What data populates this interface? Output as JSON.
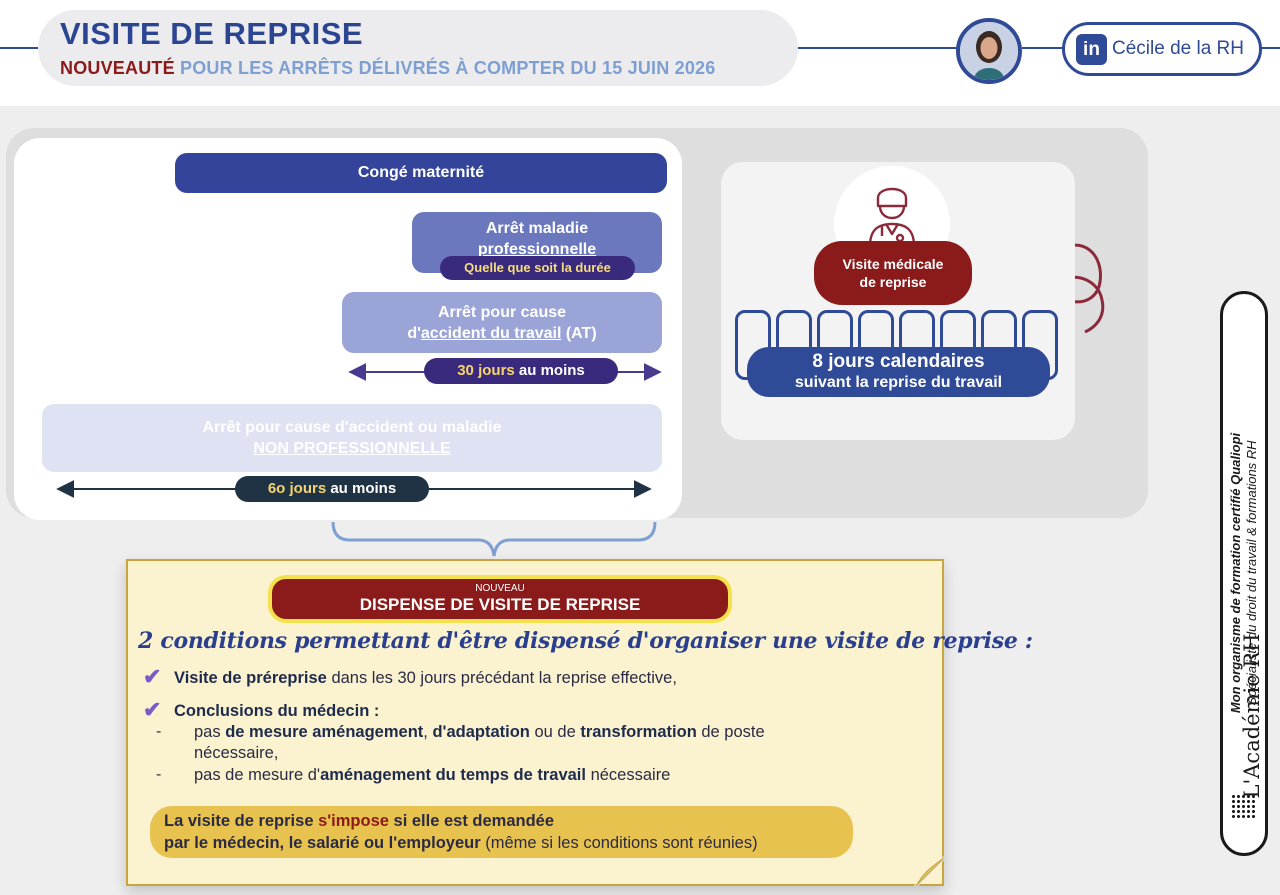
{
  "header": {
    "title": "VISITE DE REPRISE",
    "subtitle_emphasis": "NOUVEAUTÉ",
    "subtitle_rest": "POUR LES ARRÊTS DÉLIVRÉS À COMPTER DU 15 JUIN 2026",
    "linkedin_icon": "in",
    "author": "Cécile de la RH"
  },
  "diagram": {
    "bar_maternite": "Congé maternité",
    "bar_maladie_pro_line1": "Arrêt maladie",
    "bar_maladie_pro_line2": "professionnelle",
    "tag_duree": "Quelle que soit la durée",
    "bar_at_line1": "Arrêt pour cause",
    "bar_at_prefix": "d'",
    "bar_at_underlined": "accident du travail",
    "bar_at_suffix": " (AT)",
    "tag_30_value": "30 jours",
    "tag_30_rest": " au moins",
    "bar_non_pro_line1": "Arrêt pour cause d'accident ou maladie",
    "bar_non_pro_line2": "NON PROFESSIONNELLE",
    "tag_60_value": "6o jours",
    "tag_60_rest": " au moins"
  },
  "right_block": {
    "visite_line1": "Visite médicale",
    "visite_line2": "de reprise",
    "days_count": 8,
    "jours_line1": "8 jours calendaires",
    "jours_line2": "suivant la reprise du travail"
  },
  "note": {
    "badge_small": "NOUVEAU",
    "badge_title": "DISPENSE  DE VISITE DE REPRISE",
    "conditions_title": "2 conditions permettant d'être dispensé d'organiser une visite de reprise :",
    "cond1_bold": "Visite de préreprise",
    "cond1_rest": " dans les 30 jours précédant la reprise effective,",
    "cond2_bold": "Conclusions du médecin :",
    "sub1_a": "pas ",
    "sub1_b": "de mesure aménagement",
    "sub1_c": ", ",
    "sub1_d": "d'adaptation",
    "sub1_e": " ou de ",
    "sub1_f": "transformation",
    "sub1_g": " de poste",
    "sub1_line2": "nécessaire,",
    "sub2_a": "pas de mesure d'",
    "sub2_b": "aménagement du temps de travail",
    "sub2_c": " nécessaire",
    "dash": "-",
    "impose_a": "La visite de reprise ",
    "impose_b": "s'impose",
    "impose_c": " si elle est demandée",
    "impose_d": "par le médecin, le salarié ou l'employeur",
    "impose_e": " (même si les conditions sont réunies)"
  },
  "sidebar_badge": {
    "line1": "Mon organisme de formation certifié Qualiopi",
    "line2": "Spécialiste du droit du travail & formations RH",
    "logo": "L'Académie RH"
  },
  "colors": {
    "navy": "#2f4a96",
    "burgundy": "#8b1a1a",
    "gold": "#e8c24f",
    "note_bg": "#fbf3cf"
  }
}
